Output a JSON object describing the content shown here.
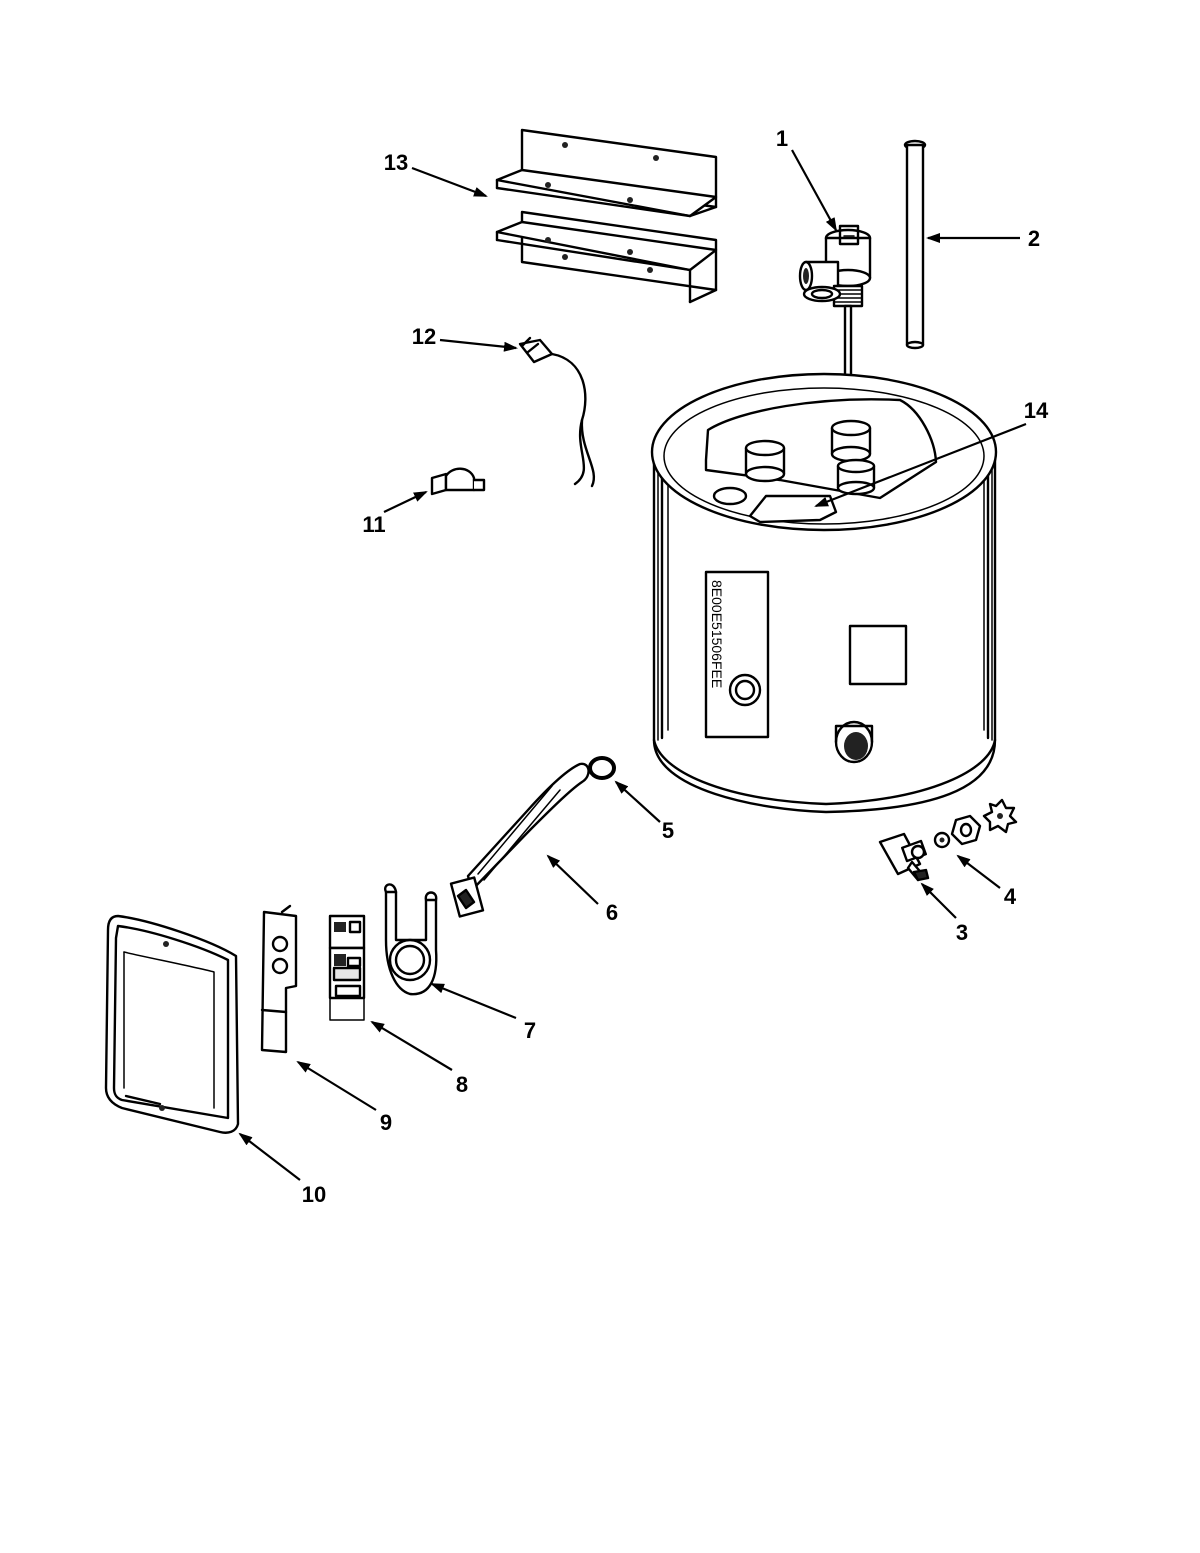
{
  "callouts": {
    "c1": "1",
    "c2": "2",
    "c3": "3",
    "c4": "4",
    "c5": "5",
    "c6": "6",
    "c7": "7",
    "c8": "8",
    "c9": "9",
    "c10": "10",
    "c11": "11",
    "c12": "12",
    "c13": "13",
    "c14": "14"
  },
  "icons": {
    "tank": "water-heater-tank-icon",
    "relief_valve": "relief-valve-icon",
    "element": "heating-element-icon"
  },
  "colors": {
    "line": "#000000",
    "background": "#ffffff"
  }
}
